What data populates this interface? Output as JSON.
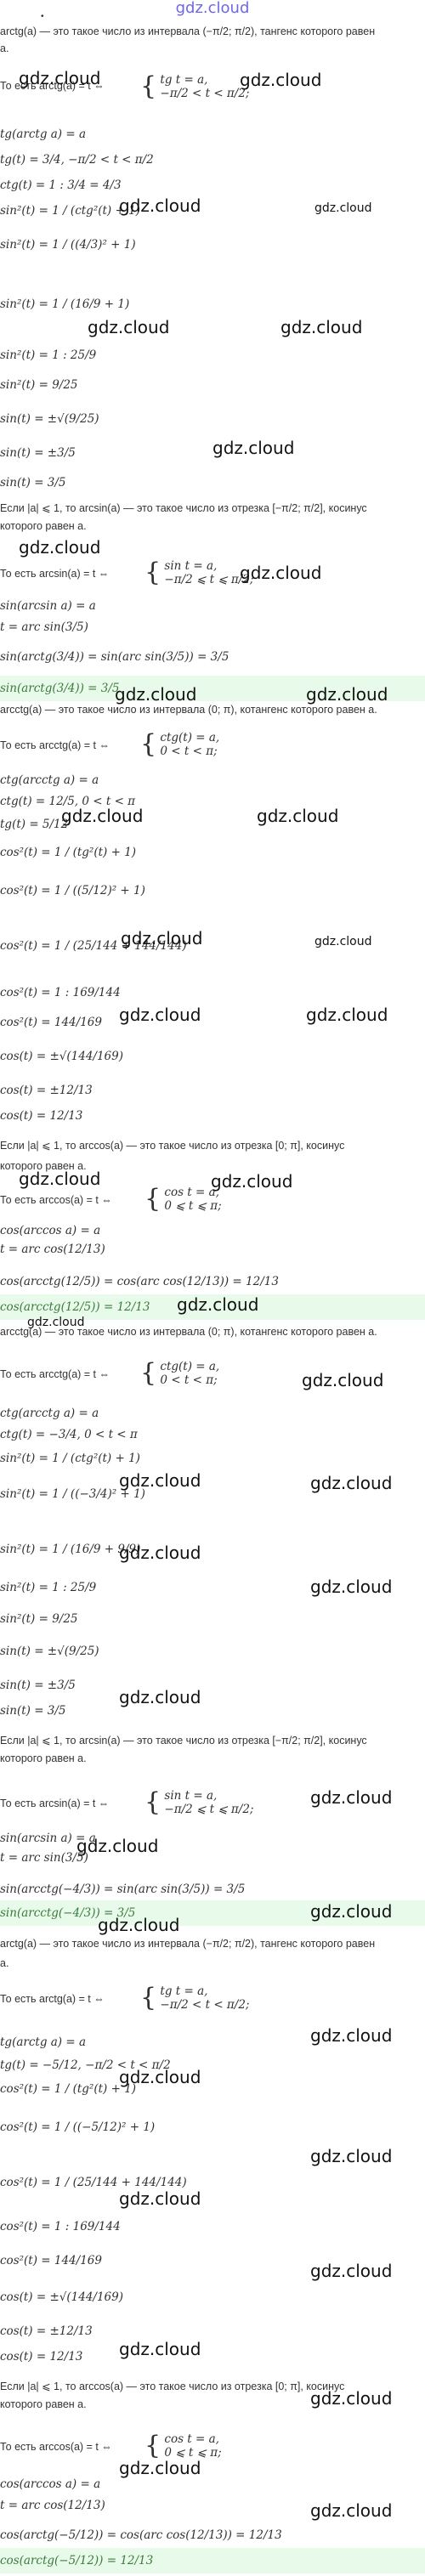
{
  "brand": "gdz.cloud",
  "watermark": "gdz.cloud",
  "top_fragment": "•",
  "sections": {
    "s1": {
      "intro": "arctg(a) — это такое число из интервала (−π/2; π/2), тангенс которого равен",
      "intro_end": "a.",
      "def_lead": "То есть arctg(a) = t ⇔",
      "sys1": "tg t = a,",
      "sys2": "−π/2 < t < π/2;",
      "l1": "tg(arctg a) = a",
      "l2": "tg(t) = 3/4, −π/2 < t < π/2",
      "l3": "ctg(t) = 1 : 3/4 = 4/3",
      "l4": "sin²(t) = 1 / (ctg²(t) + 1)",
      "l5": "sin²(t) = 1 / ((4/3)² + 1)",
      "l6": "sin²(t) = 1 / (16/9 + 1)",
      "l7": "sin²(t) = 1 : 25/9",
      "l8": "sin²(t) = 9/25",
      "l9": "sin(t) = ±√(9/25)",
      "l10": "sin(t) = ±3/5",
      "l11": "sin(t) = 3/5",
      "arcsin_intro": "Если |a| ⩽ 1, то arcsin(a) — это такое число из отрезка [−π/2; π/2], косинус",
      "arcsin_intro2": "которого равен a.",
      "arcsin_def": "То есть arcsin(a) = t ⇔",
      "asys1": "sin t = a,",
      "asys2": "−π/2 ⩽ t ⩽ π/2;",
      "m1": "sin(arcsin a) = a",
      "m2": "t = arc sin(3/5)",
      "m3": "sin(arctg(3/4)) = sin(arc sin(3/5)) = 3/5",
      "result": "sin(arctg(3/4)) = 3/5"
    },
    "s2": {
      "intro": "arcctg(a) — это такое число из интервала (0; π), котангенс которого равен a.",
      "def_lead": "То есть arcctg(a) = t ⇔",
      "sys1": "ctg(t) = a,",
      "sys2": "0 < t < π;",
      "l1": "ctg(arcctg a) = a",
      "l2": "ctg(t) = 12/5, 0 < t < π",
      "l3": "tg(t) = 5/12",
      "l4": "cos²(t) = 1 / (tg²(t) + 1)",
      "l5": "cos²(t) = 1 / ((5/12)² + 1)",
      "l6": "cos²(t) = 1 / (25/144 + 144/144)",
      "l7": "cos²(t) = 1 : 169/144",
      "l8": "cos²(t) = 144/169",
      "l9": "cos(t) = ±√(144/169)",
      "l10": "cos(t) = ±12/13",
      "l11": "cos(t) = 12/13",
      "arccos_intro": "Если |a| ⩽ 1, то arccos(a) — это такое число из отрезка [0; π], косинус",
      "arccos_intro2": "которого равен a.",
      "arccos_def": "То есть arccos(a) = t ⇔",
      "asys1": "cos t = a,",
      "asys2": "0 ⩽ t ⩽ π;",
      "m1": "cos(arccos a) = a",
      "m2": "t = arc cos(12/13)",
      "m3": "cos(arcctg(12/5)) = cos(arc cos(12/13)) = 12/13",
      "result": "cos(arcctg(12/5)) = 12/13"
    },
    "s3": {
      "intro": "arcctg(a) — это такое число из интервала (0; π), котангенс которого равен a.",
      "def_lead": "То есть arcctg(a) = t ⇔",
      "sys1": "ctg(t) = a,",
      "sys2": "0 < t < π;",
      "l1": "ctg(arcctg a) = a",
      "l2": "ctg(t) = −3/4, 0 < t < π",
      "l3": "sin²(t) = 1 / (ctg²(t) + 1)",
      "l4": "sin²(t) = 1 / ((−3/4)² + 1)",
      "l5": "sin²(t) = 1 / (16/9 + 9/9)",
      "l6": "sin²(t) = 1 : 25/9",
      "l7": "sin²(t) = 9/25",
      "l8": "sin(t) = ±√(9/25)",
      "l9": "sin(t) = ±3/5",
      "l10": "sin(t) = 3/5",
      "arcsin_intro": "Если |a| ⩽ 1, то arcsin(a) — это такое число из отрезка [−π/2; π/2], косинус",
      "arcsin_intro2": "которого равен a.",
      "arcsin_def": "То есть arcsin(a) = t ⇔",
      "asys1": "sin t = a,",
      "asys2": "−π/2 ⩽ t ⩽ π/2;",
      "m1": "sin(arcsin a) = a",
      "m2": "t = arc sin(3/5)",
      "m3": "sin(arcctg(−4/3)) = sin(arc sin(3/5)) = 3/5",
      "result": "sin(arcctg(−4/3)) = 3/5"
    },
    "s4": {
      "intro": "arctg(a) — это такое число из интервала (−π/2; π/2), тангенс которого равен",
      "intro_end": "a.",
      "def_lead": "То есть arctg(a) = t ⇔",
      "sys1": "tg t = a,",
      "sys2": "−π/2 < t < π/2;",
      "l1": "tg(arctg a) = a",
      "l2": "tg(t) = −5/12, −π/2 < t < π/2",
      "l3": "cos²(t) = 1 / (tg²(t) + 1)",
      "l4": "cos²(t) = 1 / ((−5/12)² + 1)",
      "l5": "cos²(t) = 1 / (25/144 + 144/144)",
      "l6": "cos²(t) = 1 : 169/144",
      "l7": "cos²(t) = 144/169",
      "l8": "cos(t) = ±√(144/169)",
      "l9": "cos(t) = ±12/13",
      "l10": "cos(t) = 12/13",
      "arccos_intro": "Если |a| ⩽ 1, то arccos(a) — это такое число из отрезка [0; π], косинус",
      "arccos_intro2": "которого равен a.",
      "arccos_def": "То есть arccos(a) = t ⇔",
      "asys1": "cos t = a,",
      "asys2": "0 ⩽ t ⩽ π;",
      "m1": "cos(arccos a) = a",
      "m2": "t = arc cos(12/13)",
      "m3": "cos(arctg(−5/12)) = cos(arc cos(12/13)) = 12/13",
      "result": "cos(arctg(−5/12)) = 12/13"
    }
  }
}
